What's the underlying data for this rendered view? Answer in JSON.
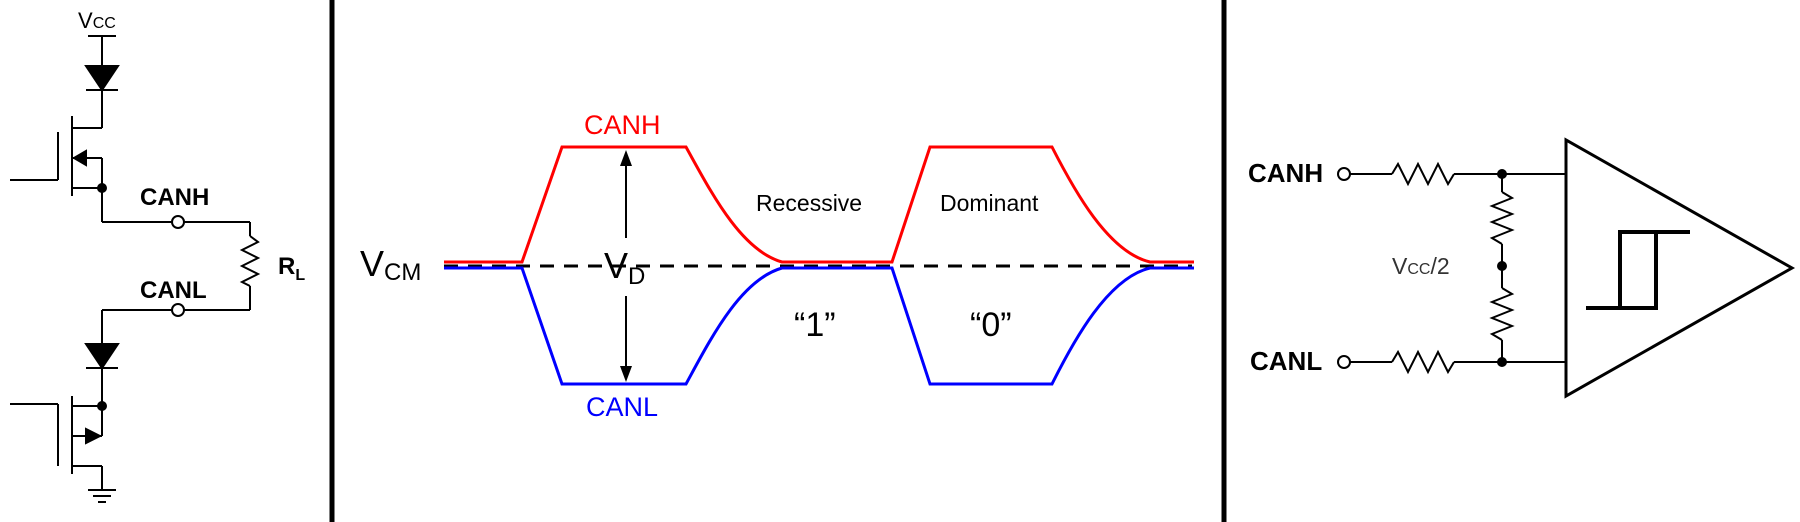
{
  "driver": {
    "supply": {
      "main": "V",
      "sub": "CC"
    },
    "canh": "CANH",
    "canl": "CANL",
    "resistor": {
      "main": "R",
      "sub": "L"
    }
  },
  "waveform": {
    "canh": "CANH",
    "canl": "CANL",
    "vcm": {
      "main": "V",
      "sub": "CM"
    },
    "vd": {
      "main": "V",
      "sub": "D"
    },
    "recessive": "Recessive",
    "dominant": "Dominant",
    "bit_recessive": "“1”",
    "bit_dominant": "“0”",
    "colors": {
      "canh": "#ff0000",
      "canl": "#0000ff",
      "stroke": "#000000"
    }
  },
  "receiver": {
    "canh": "CANH",
    "canl": "CANL",
    "midpoint": {
      "main": "V",
      "sub": "CC",
      "suffix": "/2"
    }
  }
}
